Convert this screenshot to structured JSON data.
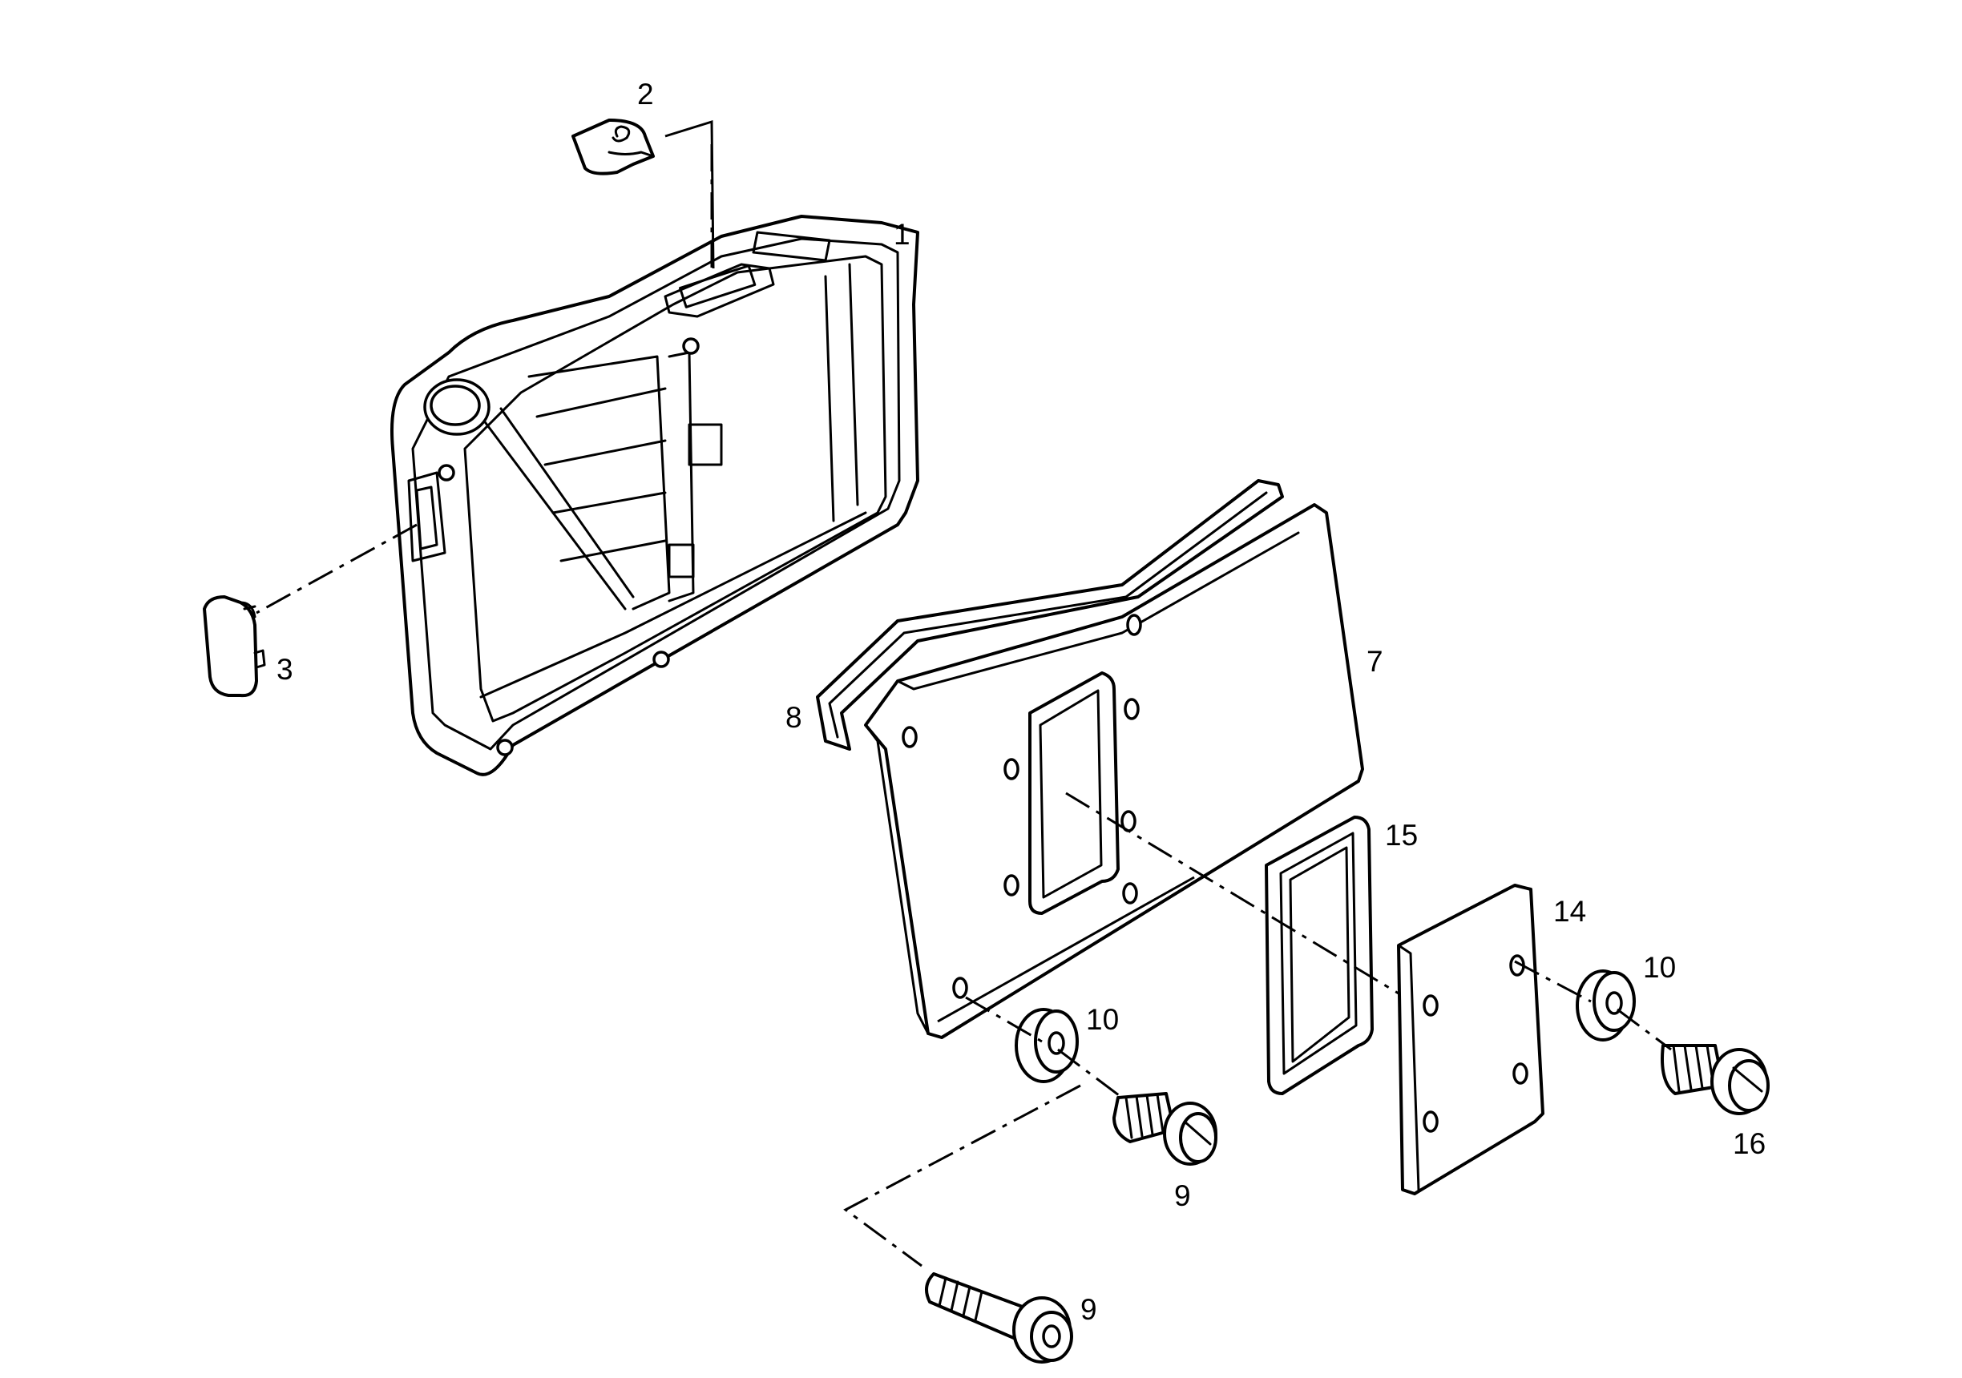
{
  "diagram": {
    "callouts": [
      {
        "id": "c1",
        "text": "1"
      },
      {
        "id": "c2",
        "text": "2"
      },
      {
        "id": "c3",
        "text": "3"
      },
      {
        "id": "c7",
        "text": "7"
      },
      {
        "id": "c8",
        "text": "8"
      },
      {
        "id": "c9a",
        "text": "9"
      },
      {
        "id": "c9b",
        "text": "9"
      },
      {
        "id": "c10a",
        "text": "10"
      },
      {
        "id": "c10b",
        "text": "10"
      },
      {
        "id": "c14",
        "text": "14"
      },
      {
        "id": "c15",
        "text": "15"
      },
      {
        "id": "c16",
        "text": "16"
      }
    ],
    "colors": {
      "line": "#000000",
      "background": "#ffffff"
    }
  }
}
